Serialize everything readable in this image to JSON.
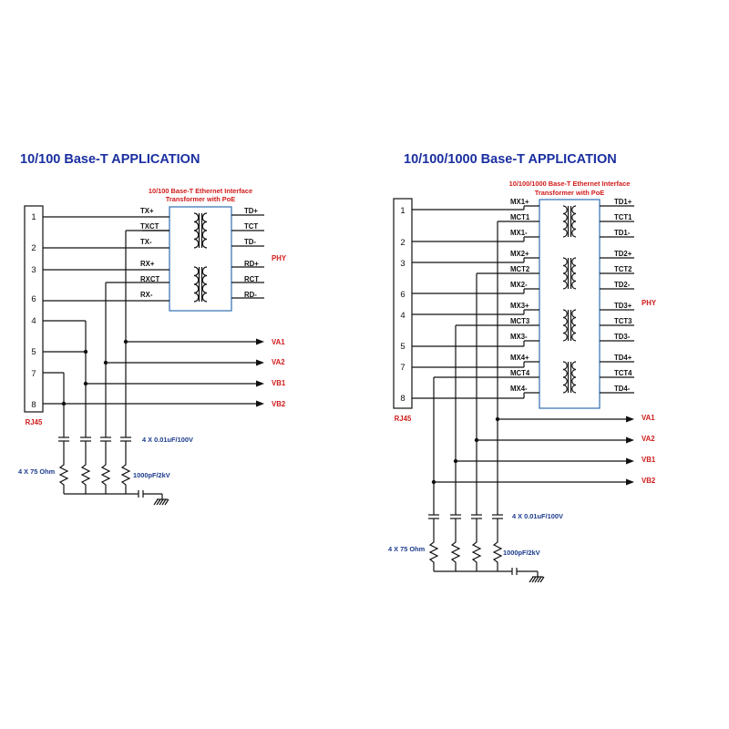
{
  "colors": {
    "title": "#1a2fa0",
    "red": "#d11a1a",
    "wire": "#111111",
    "transformer_box": "#2e6db0"
  },
  "left": {
    "title": "10/100 Base-T  APPLICATION",
    "transformer_title": [
      "10/100 Base-T Ethernet Interface",
      "Transformer with PoE"
    ],
    "connector_label": "RJ45",
    "pins": [
      "1",
      "2",
      "3",
      "6",
      "4",
      "5",
      "7",
      "8"
    ],
    "left_signals": [
      "TX+",
      "TXCT",
      "TX-",
      "RX+",
      "RXCT",
      "RX-"
    ],
    "right_signals": [
      "TD+",
      "TCT",
      "TD-",
      "RD+",
      "RCT",
      "RD-"
    ],
    "phy_label": "PHY",
    "outputs": [
      "VA1",
      "VA2",
      "VB1",
      "VB2"
    ],
    "capacitor_label": "4 X 0.01uF/100V",
    "resistor_label": "4 X 75 Ohm",
    "hv_cap_label": "1000pF/2kV"
  },
  "right": {
    "title": "10/100/1000  Base-T  APPLICATION",
    "transformer_title": [
      "10/100/1000 Base-T Ethernet Interface",
      "Transformer with PoE"
    ],
    "connector_label": "RJ45",
    "pins": [
      "1",
      "2",
      "3",
      "6",
      "4",
      "5",
      "7",
      "8"
    ],
    "left_signals": [
      "MX1+",
      "MCT1",
      "MX1-",
      "MX2+",
      "MCT2",
      "MX2-",
      "MX3+",
      "MCT3",
      "MX3-",
      "MX4+",
      "MCT4",
      "MX4-"
    ],
    "right_signals": [
      "TD1+",
      "TCT1",
      "TD1-",
      "TD2+",
      "TCT2",
      "TD2-",
      "TD3+",
      "TCT3",
      "TD3-",
      "TD4+",
      "TCT4",
      "TD4-"
    ],
    "phy_label": "PHY",
    "outputs": [
      "VA1",
      "VA2",
      "VB1",
      "VB2"
    ],
    "capacitor_label": "4 X 0.01uF/100V",
    "resistor_label": "4 X 75 Ohm",
    "hv_cap_label": "1000pF/2kV"
  }
}
